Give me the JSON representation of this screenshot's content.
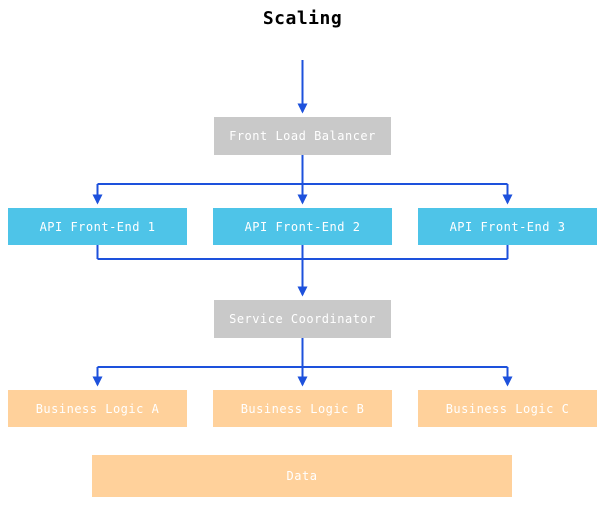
{
  "title": "Scaling",
  "colors": {
    "gray": "#c9c9c9",
    "blue": "#4ec4e8",
    "orange": "#ffd19b",
    "arrow": "#1d51dc",
    "node_text": "#ffffff",
    "title_text": "#000000"
  },
  "nodes": {
    "front_load_balancer": "Front Load Balancer",
    "api_front_end_1": "API Front-End 1",
    "api_front_end_2": "API Front-End 2",
    "api_front_end_3": "API Front-End 3",
    "service_coordinator": "Service Coordinator",
    "business_logic_a": "Business Logic A",
    "business_logic_b": "Business Logic B",
    "business_logic_c": "Business Logic C",
    "data_store": "Data"
  },
  "edges": [
    {
      "from": "Front Load Balancer",
      "to": "API Front-End 1"
    },
    {
      "from": "Front Load Balancer",
      "to": "API Front-End 2"
    },
    {
      "from": "Front Load Balancer",
      "to": "API Front-End 3"
    },
    {
      "from": "API Front-End 1",
      "to": "Service Coordinator"
    },
    {
      "from": "API Front-End 2",
      "to": "Service Coordinator"
    },
    {
      "from": "API Front-End 3",
      "to": "Service Coordinator"
    },
    {
      "from": "Service Coordinator",
      "to": "Business Logic A"
    },
    {
      "from": "Service Coordinator",
      "to": "Business Logic B"
    },
    {
      "from": "Service Coordinator",
      "to": "Business Logic C"
    }
  ]
}
